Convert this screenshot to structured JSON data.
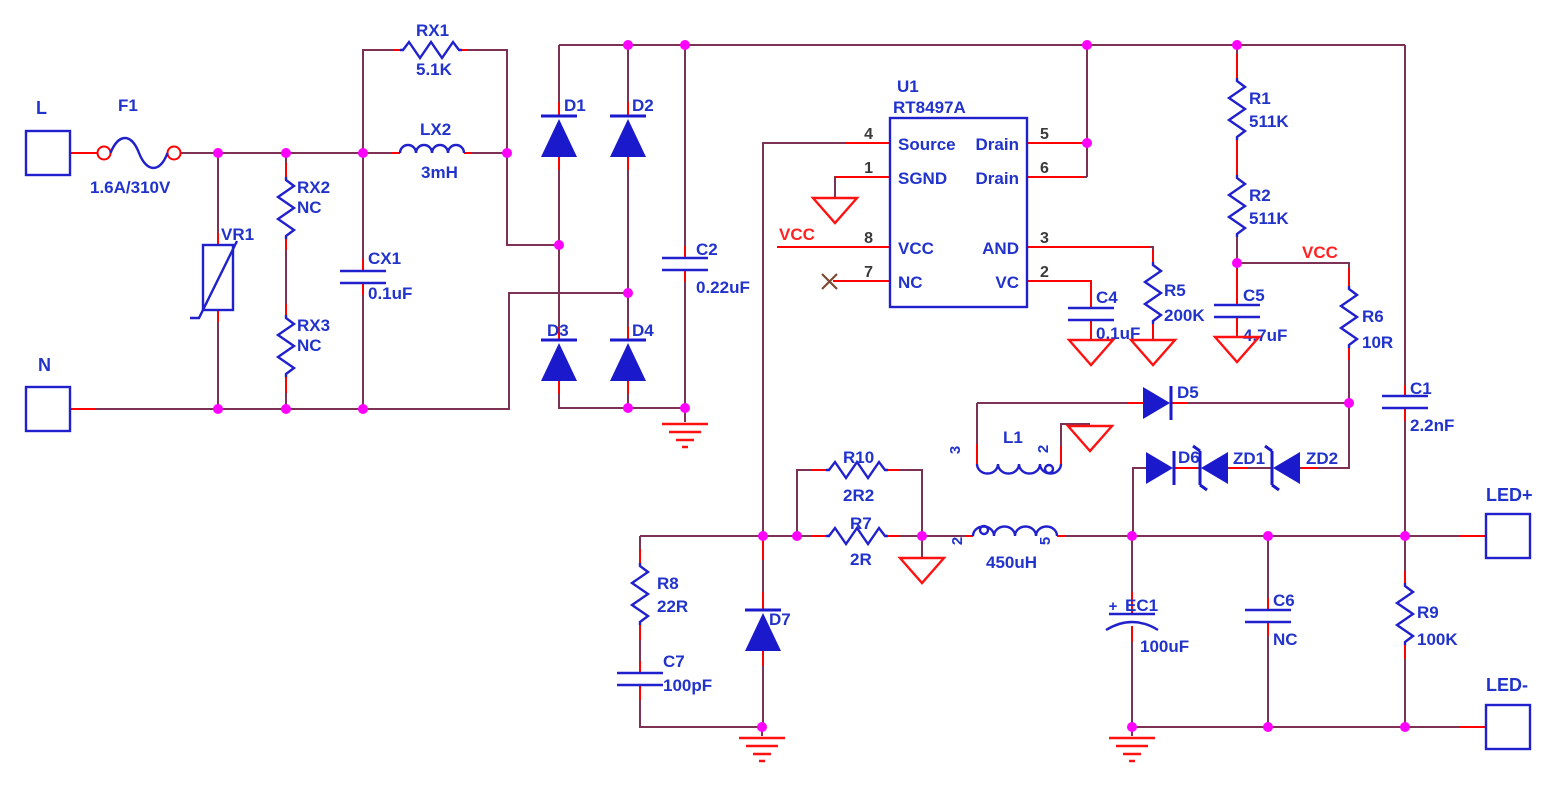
{
  "colors": {
    "wire": "#7d3154",
    "accent_red": "#ff0000",
    "component_blue": "#2020cc",
    "junction_magenta": "#ff00ff",
    "ground_red": "#ff1111",
    "pin_number_gray": "#3a3a3a",
    "net_label_red": "#ff2222"
  },
  "terminals": {
    "L": "L",
    "N": "N",
    "LEDP": "LED+",
    "LEDN": "LED-"
  },
  "fuse": {
    "ref": "F1",
    "value": "1.6A/310V"
  },
  "varistor": {
    "ref": "VR1"
  },
  "resistors": {
    "RX1": {
      "ref": "RX1",
      "value": "5.1K"
    },
    "RX2": {
      "ref": "RX2",
      "value": "NC"
    },
    "RX3": {
      "ref": "RX3",
      "value": "NC"
    },
    "R1": {
      "ref": "R1",
      "value": "511K"
    },
    "R2": {
      "ref": "R2",
      "value": "511K"
    },
    "R5": {
      "ref": "R5",
      "value": "200K"
    },
    "R6": {
      "ref": "R6",
      "value": "10R"
    },
    "R7": {
      "ref": "R7",
      "value": "2R"
    },
    "R8": {
      "ref": "R8",
      "value": "22R"
    },
    "R9": {
      "ref": "R9",
      "value": "100K"
    },
    "R10": {
      "ref": "R10",
      "value": "2R2"
    }
  },
  "inductors": {
    "LX2": {
      "ref": "LX2",
      "value": "3mH"
    },
    "L1": {
      "ref": "L1",
      "value": "450uH",
      "pin_aux_left": "3",
      "pin_aux_right": "2",
      "pin_main_left": "2",
      "pin_main_right": "5"
    }
  },
  "capacitors": {
    "CX1": {
      "ref": "CX1",
      "value": "0.1uF"
    },
    "C1": {
      "ref": "C1",
      "value": "2.2nF"
    },
    "C2": {
      "ref": "C2",
      "value": "0.22uF"
    },
    "C4": {
      "ref": "C4",
      "value": "0.1uF"
    },
    "C5": {
      "ref": "C5",
      "value": "4.7uF"
    },
    "C6": {
      "ref": "C6",
      "value": "NC"
    },
    "C7": {
      "ref": "C7",
      "value": "100pF"
    },
    "EC1": {
      "ref": "EC1",
      "value": "100uF",
      "polarity": "+"
    }
  },
  "diodes": {
    "D1": {
      "ref": "D1"
    },
    "D2": {
      "ref": "D2"
    },
    "D3": {
      "ref": "D3"
    },
    "D4": {
      "ref": "D4"
    },
    "D5": {
      "ref": "D5"
    },
    "D6": {
      "ref": "D6"
    },
    "D7": {
      "ref": "D7"
    },
    "ZD1": {
      "ref": "ZD1"
    },
    "ZD2": {
      "ref": "ZD2"
    }
  },
  "ic": {
    "ref": "U1",
    "part": "RT8497A",
    "left_pins": [
      {
        "num": "4",
        "name": "Source"
      },
      {
        "num": "1",
        "name": "SGND"
      },
      {
        "num": "8",
        "name": "VCC"
      },
      {
        "num": "7",
        "name": "NC"
      }
    ],
    "right_pins": [
      {
        "num": "5",
        "name": "Drain"
      },
      {
        "num": "6",
        "name": "Drain"
      },
      {
        "num": "3",
        "name": "AND"
      },
      {
        "num": "2",
        "name": "VC"
      }
    ]
  },
  "net_labels": {
    "vcc_left": "VCC",
    "vcc_right": "VCC"
  }
}
